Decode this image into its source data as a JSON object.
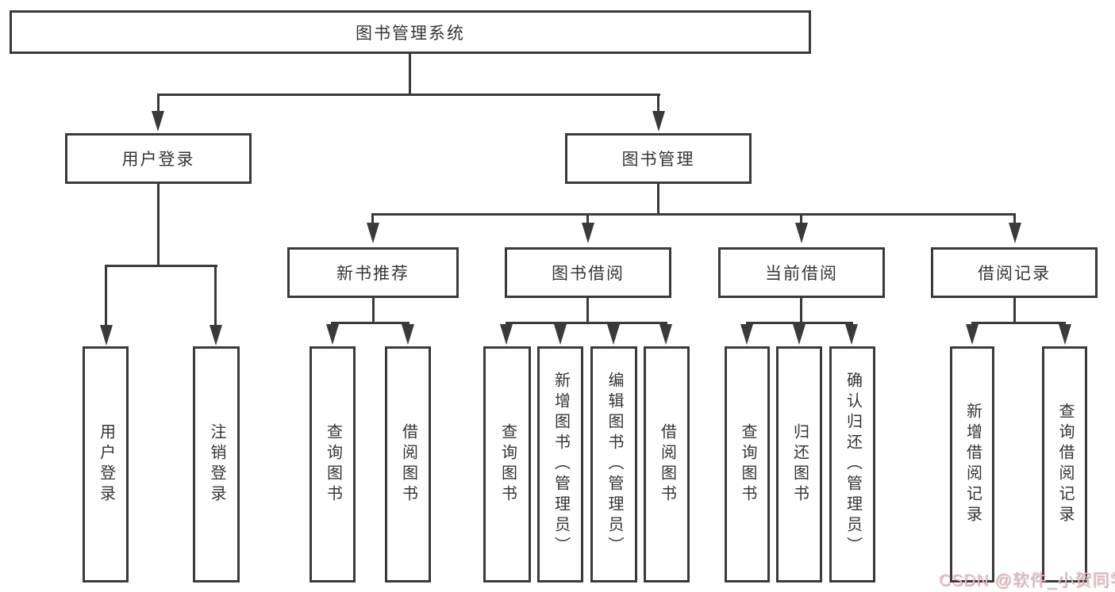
{
  "diagram": {
    "root": {
      "label": "图书管理系统"
    },
    "level2": [
      {
        "label": "用户登录"
      },
      {
        "label": "图书管理"
      }
    ],
    "level3": [
      {
        "label": "新书推荐"
      },
      {
        "label": "图书借阅"
      },
      {
        "label": "当前借阅"
      },
      {
        "label": "借阅记录"
      }
    ],
    "leaves": {
      "user_login": [
        "用户登录",
        "注销登录"
      ],
      "new_book_recommend": [
        "查询图书",
        "借阅图书"
      ],
      "book_borrowing": [
        "查询图书",
        "新增图书（管理员）",
        "编辑图书（管理员）",
        "借阅图书"
      ],
      "current_borrowing": [
        "查询图书",
        "归还图书",
        "确认归还（管理员）"
      ],
      "borrowing_records": [
        "新增借阅记录",
        "查询借阅记录"
      ]
    },
    "colors": {
      "line": "#3a3a3a",
      "text": "#353535",
      "watermark": "#f3bcc8"
    },
    "watermark": "CSDN @软件_小贺同学"
  }
}
